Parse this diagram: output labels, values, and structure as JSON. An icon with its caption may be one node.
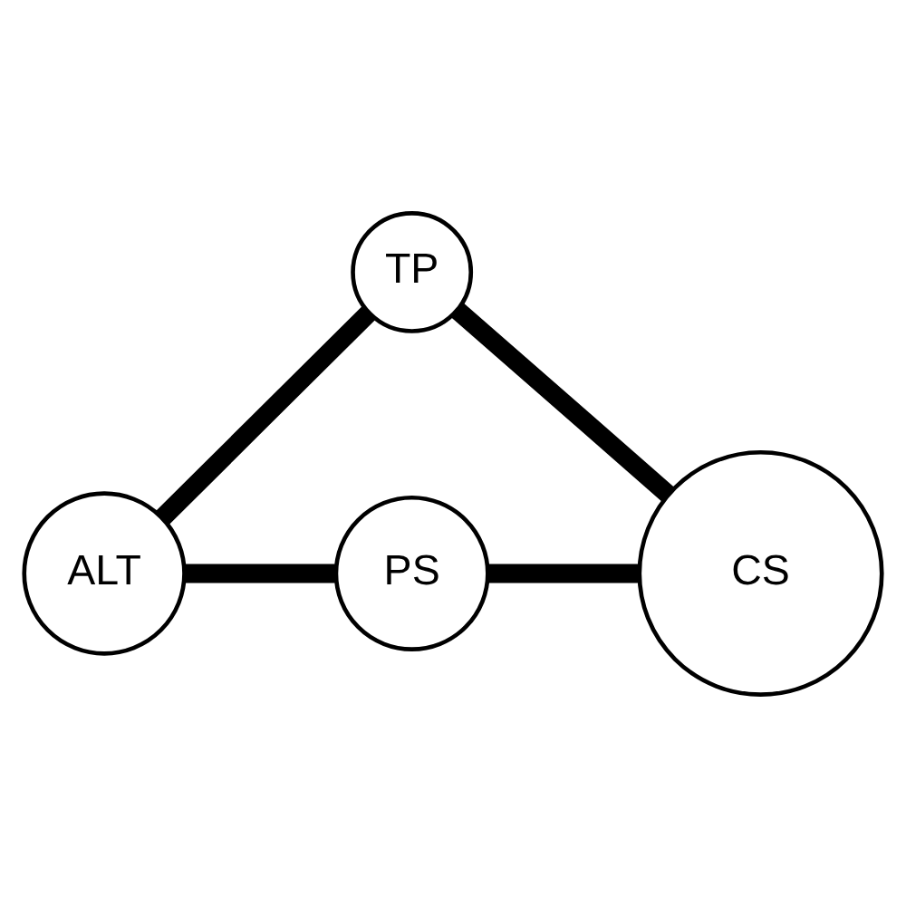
{
  "diagram": {
    "nodes": [
      {
        "text": [
          "PS"
        ]
      },
      {
        "text": [
          "TP"
        ]
      },
      {
        "text": [
          "ALT"
        ]
      },
      {
        "text": [
          "CS"
        ]
      }
    ],
    "edges": [
      {
        "from": 0,
        "to": 3,
        "arrow": "none"
      },
      {
        "from": 3,
        "to": 1,
        "arrow": "none"
      },
      {
        "from": 1,
        "to": 2,
        "arrow": "none"
      },
      {
        "from": 2,
        "to": 0,
        "arrow": "none"
      }
    ]
  }
}
